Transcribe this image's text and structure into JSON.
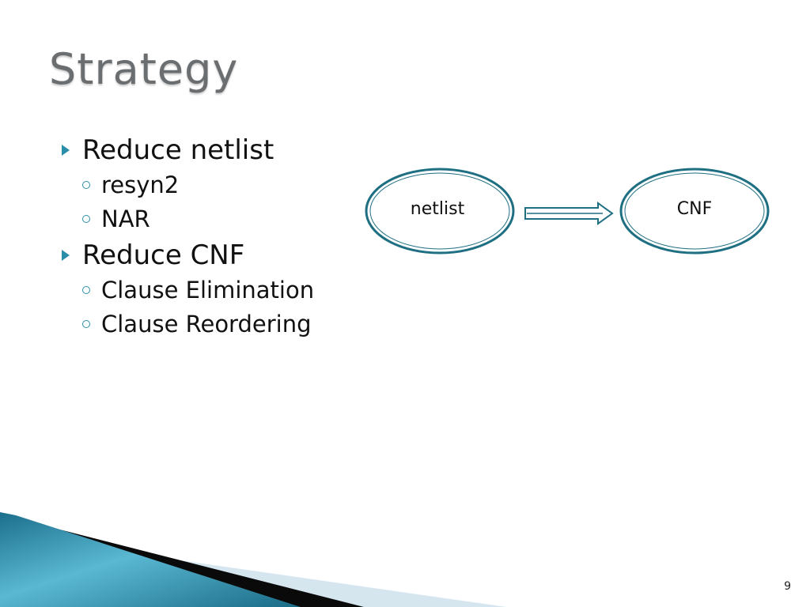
{
  "slide": {
    "title": "Strategy",
    "bullets": [
      {
        "text": "Reduce netlist",
        "subs": [
          "resyn2",
          "NAR"
        ]
      },
      {
        "text": "Reduce CNF",
        "subs": [
          "Clause Elimination",
          "Clause Reordering"
        ]
      }
    ],
    "diagram": {
      "source_label": "netlist",
      "target_label": "CNF"
    },
    "page_number": "9"
  },
  "colors": {
    "accent": "#2b8ea8",
    "shape_stroke": "#1f6f82",
    "title": "#6b6e70",
    "footer_light": "#d5e6ef",
    "footer_dark": "#0a0a0a"
  }
}
